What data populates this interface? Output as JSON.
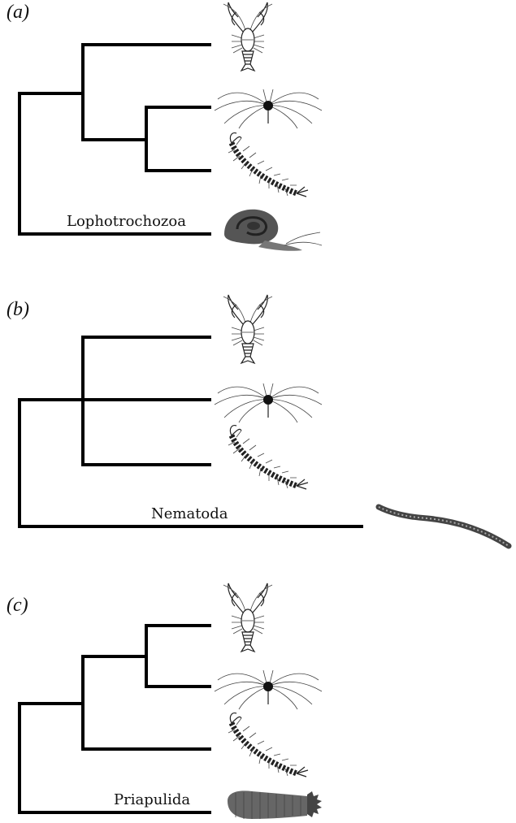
{
  "panels": [
    {
      "panel_label": "(a)",
      "outgroup": "Lophotrochozoa"
    },
    {
      "panel_label": "(b)",
      "outgroup": "Nematoda"
    },
    {
      "panel_label": "(c)",
      "outgroup": "Priapulida"
    }
  ],
  "icons": {
    "arthropod_1": "crayfish-icon",
    "arthropod_2": "spider-icon",
    "arthropod_3": "myriapod-icon",
    "outgroup_a": "snail-icon",
    "outgroup_b": "nematode-icon",
    "outgroup_c": "priapulid-icon"
  }
}
